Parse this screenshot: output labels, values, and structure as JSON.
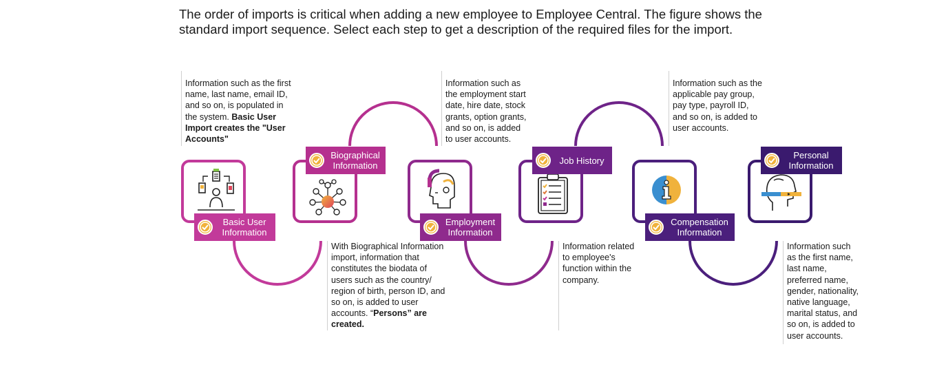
{
  "intro": {
    "line1": "The order of imports is critical when adding a new employee to Employee Central. The figure shows the",
    "line2": "standard import sequence. Select each step to get a description of the required files for the import."
  },
  "colors": {
    "step1": "#c23a9a",
    "step2": "#b5308f",
    "step3": "#8f2a8d",
    "step4": "#6e2388",
    "step5": "#4b1f7c",
    "step6": "#3a1a6e",
    "check_fill": "#f0b23c",
    "check_ring": "#ffffff"
  },
  "steps": [
    {
      "label_line1": "Basic User",
      "label_line2": "Information",
      "icon": "user-devices-icon",
      "desc_lines": [
        "Information such as the first",
        "name, last name, email ID,",
        "and so on, is populated in",
        "the system. "
      ],
      "desc_bold": [
        "Basic User",
        "Import creates the \"User",
        "Accounts\""
      ]
    },
    {
      "label_line1": "Biographical",
      "label_line2": "Information",
      "icon": "network-nodes-icon",
      "desc_lines": [
        "With Biographical Information",
        "import, information that",
        "constitutes the biodata of",
        "users such as the country/",
        "region of birth, person ID, and",
        "so on, is  added to user",
        "accounts. “"
      ],
      "desc_bold": [
        "Persons” are",
        "created."
      ]
    },
    {
      "label_line1": "Employment",
      "label_line2": "Information",
      "icon": "headset-person-icon",
      "desc_lines": [
        "Information such as",
        "the employment start",
        "date, hire  date, stock",
        "grants, option  grants,",
        "and so on, is added",
        "to user accounts."
      ]
    },
    {
      "label_line1": "Job History",
      "label_line2": "",
      "icon": "clipboard-checklist-icon",
      "desc_lines": [
        "Information related",
        "to employee's",
        "function within the",
        "company."
      ]
    },
    {
      "label_line1": "Compensation",
      "label_line2": "Information",
      "icon": "info-circle-icon",
      "desc_lines": [
        "Information such as the",
        "applicable pay group,",
        "pay type, payroll ID,",
        "and so on, is added  to",
        "user accounts."
      ]
    },
    {
      "label_line1": "Personal",
      "label_line2": "Information",
      "icon": "head-profile-scan-icon",
      "desc_lines": [
        "Information such",
        "as the first  name,",
        "last name,",
        "preferred  name,",
        "gender, nationality,",
        "native language,",
        "marital status, and",
        "so on, is added to",
        "user  accounts."
      ]
    }
  ]
}
